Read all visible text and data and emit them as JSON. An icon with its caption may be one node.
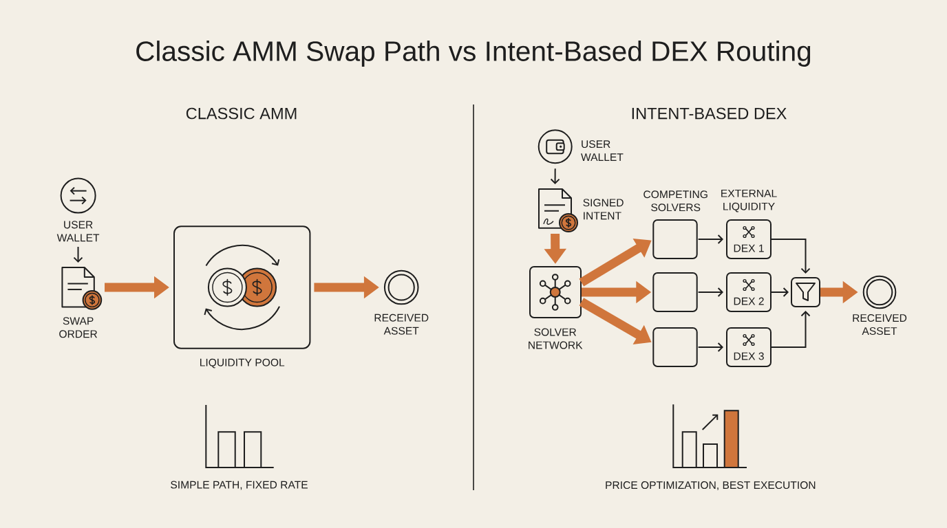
{
  "diagram": {
    "title": "Classic AMM Swap Path vs Intent-Based DEX Routing",
    "nodes": [
      {
        "text": [
          "USER WALLET"
        ]
      },
      {
        "text": [
          "SWAP ORDER"
        ]
      },
      {
        "text": [
          "LIQUIDITY POOL"
        ]
      },
      {
        "text": [
          "RECEIVED ASSET"
        ]
      },
      {
        "text": [
          "USER WALLET"
        ]
      },
      {
        "text": [
          "SIGNED INTENT"
        ]
      },
      {
        "text": [
          "SOLVER NETWORK"
        ]
      },
      {
        "text": [],
        "shape": "box"
      },
      {
        "text": [],
        "shape": "box"
      },
      {
        "text": [],
        "shape": "box"
      },
      {
        "text": [
          "DEX 1"
        ]
      },
      {
        "text": [
          "DEX 2"
        ]
      },
      {
        "text": [
          "DEX 3"
        ]
      },
      {
        "text": [],
        "shape": "box"
      },
      {
        "text": [
          "RECEIVED ASSET"
        ]
      }
    ],
    "edges": [
      {
        "from": 0,
        "to": 1,
        "arrow": "to"
      },
      {
        "from": 1,
        "to": 2,
        "arrow": "to",
        "style": "thick",
        "color": "#d0763c"
      },
      {
        "from": 2,
        "to": 3,
        "arrow": "to",
        "style": "thick",
        "color": "#d0763c"
      },
      {
        "from": 4,
        "to": 5,
        "arrow": "to"
      },
      {
        "from": 5,
        "to": 6,
        "arrow": "to",
        "style": "thick",
        "color": "#d0763c"
      },
      {
        "from": 6,
        "to": 7,
        "arrow": "to",
        "style": "thick",
        "color": "#d0763c"
      },
      {
        "from": 6,
        "to": 8,
        "arrow": "to",
        "style": "thick",
        "color": "#d0763c"
      },
      {
        "from": 6,
        "to": 9,
        "arrow": "to",
        "style": "thick",
        "color": "#d0763c"
      },
      {
        "from": 7,
        "to": 10,
        "arrow": "to"
      },
      {
        "from": 8,
        "to": 11,
        "arrow": "to"
      },
      {
        "from": 9,
        "to": 12,
        "arrow": "to"
      },
      {
        "from": 10,
        "to": 13,
        "arrow": "to"
      },
      {
        "from": 11,
        "to": 13,
        "arrow": "to"
      },
      {
        "from": 12,
        "to": 13,
        "arrow": "to"
      },
      {
        "from": 13,
        "to": 14,
        "arrow": "to",
        "style": "thick",
        "color": "#d0763c"
      }
    ],
    "labels": [
      "CLASSIC AMM",
      "INTENT-BASED DEX",
      "COMPETING SOLVERS",
      "EXTERNAL LIQUIDITY",
      "SIMPLE PATH, FIXED RATE",
      "PRICE OPTIMIZATION, BEST EXECUTION"
    ]
  }
}
